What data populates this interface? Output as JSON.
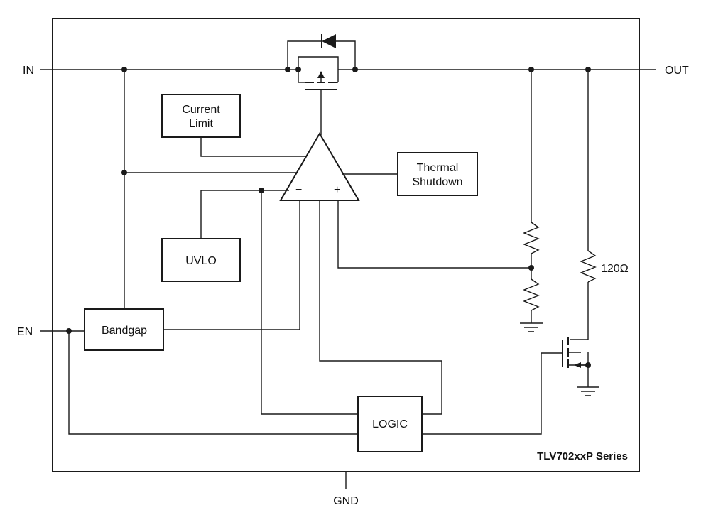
{
  "pins": {
    "in": "IN",
    "out": "OUT",
    "en": "EN",
    "gnd": "GND"
  },
  "blocks": {
    "current_limit_line1": "Current",
    "current_limit_line2": "Limit",
    "thermal_line1": "Thermal",
    "thermal_line2": "Shutdown",
    "uvlo": "UVLO",
    "bandgap": "Bandgap",
    "logic": "LOGIC"
  },
  "opamp": {
    "minus": "−",
    "plus": "+"
  },
  "resistor_label": "120Ω",
  "series_label": "TLV702xxP Series"
}
